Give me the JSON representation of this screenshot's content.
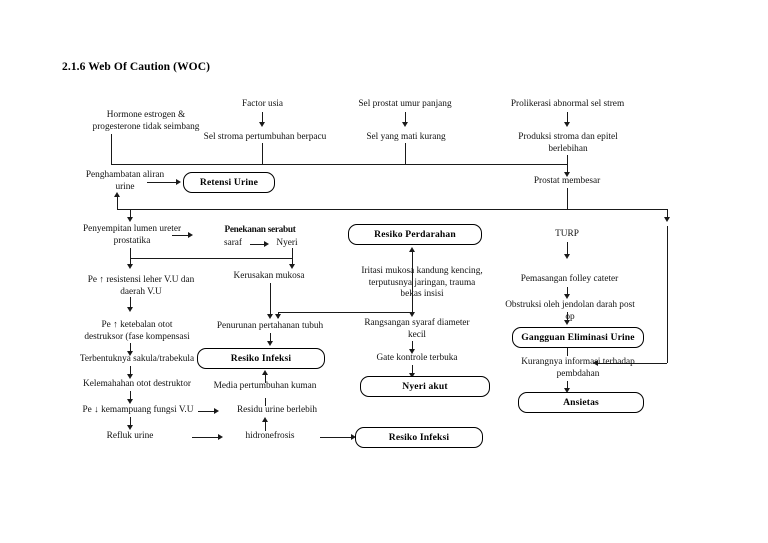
{
  "document": {
    "title": "2.1.6 Web Of Caution (WOC)",
    "language": "Indonesian",
    "diagram_type": "web-of-caution-flowchart"
  },
  "nodes": {
    "hormone": "Hormone estrogen &\nprogesterone tidak seimbang",
    "factor_usia": "Factor usia",
    "sel_stroma": "Sel stroma pertumbuhan berpacu",
    "sel_prostat_umur": "Sel prostat umur panjang",
    "sel_mati_kurang": "Sel yang mati kurang",
    "prolikerasi": "Prolikerasi abnormal sel strem",
    "produksi_stroma": "Produksi stroma dan epitel\nberlebihan",
    "prostat_membesar": "Prostat membesar",
    "penghambatan": "Penghambatan aliran\nurine",
    "retensi_urine": "Retensi Urine",
    "penyempitan": "Penyempitan lumen ureter\nprostatika",
    "penekanan_serabut": "Penekanan serabut",
    "saraf": "saraf",
    "nyeri": "Nyeri",
    "resiko_perdarahan": "Resiko Perdarahan",
    "turp": "TURP",
    "pe_resistensi": "Pe ↑ resistensi leher V.U dan\ndaerah V.U",
    "kerusakan_mukosa": "Kerusakan mukosa",
    "iritasi_mukosa": "Iritasi mukosa kandung kencing,\nterputusnya jaringan, trauma\nbekas insisi",
    "pemasangan_folley": "Pemasangan folley cateter",
    "obstruksi_jendolan": "Obstruksi oleh jendolan darah post op",
    "pe_ketebalan": "Pe ↑ ketebalan otot\ndestruksor (fase kompensasi",
    "penurunan_pertahanan": "Penurunan pertahanan tubuh",
    "rangsangan_syaraf": "Rangsangan syaraf diameter\nkecil",
    "gangguan_eliminasi": "Gangguan Eliminasi Urine",
    "terbentuknya_sakula": "Terbentuknya sakula/trabekula",
    "resiko_infeksi_mid": "Resiko Infeksi",
    "gate_kontrole": "Gate kontrole terbuka",
    "kurangnya_informasi": "Kurangnya informasi terhadap\npembdahan",
    "kelemahahan_otot": "Kelemahahan otot destruktor",
    "media_pertumbuhan": "Media pertumbuhan kuman",
    "nyeri_akut": "Nyeri akut",
    "ansietas": "Ansietas",
    "pe_kemampuang": "Pe ↓ kemampuang fungsi V.U",
    "residu_urine": "Residu urine berlebih",
    "refluk_urine": "Refluk urine",
    "hidronefrosis": "hidronefrosis",
    "resiko_infeksi_bottom": "Resiko Infeksi"
  },
  "colors": {
    "text": "#111111",
    "line": "#1a1a1a",
    "background": "#ffffff",
    "box_border": "#000000"
  }
}
